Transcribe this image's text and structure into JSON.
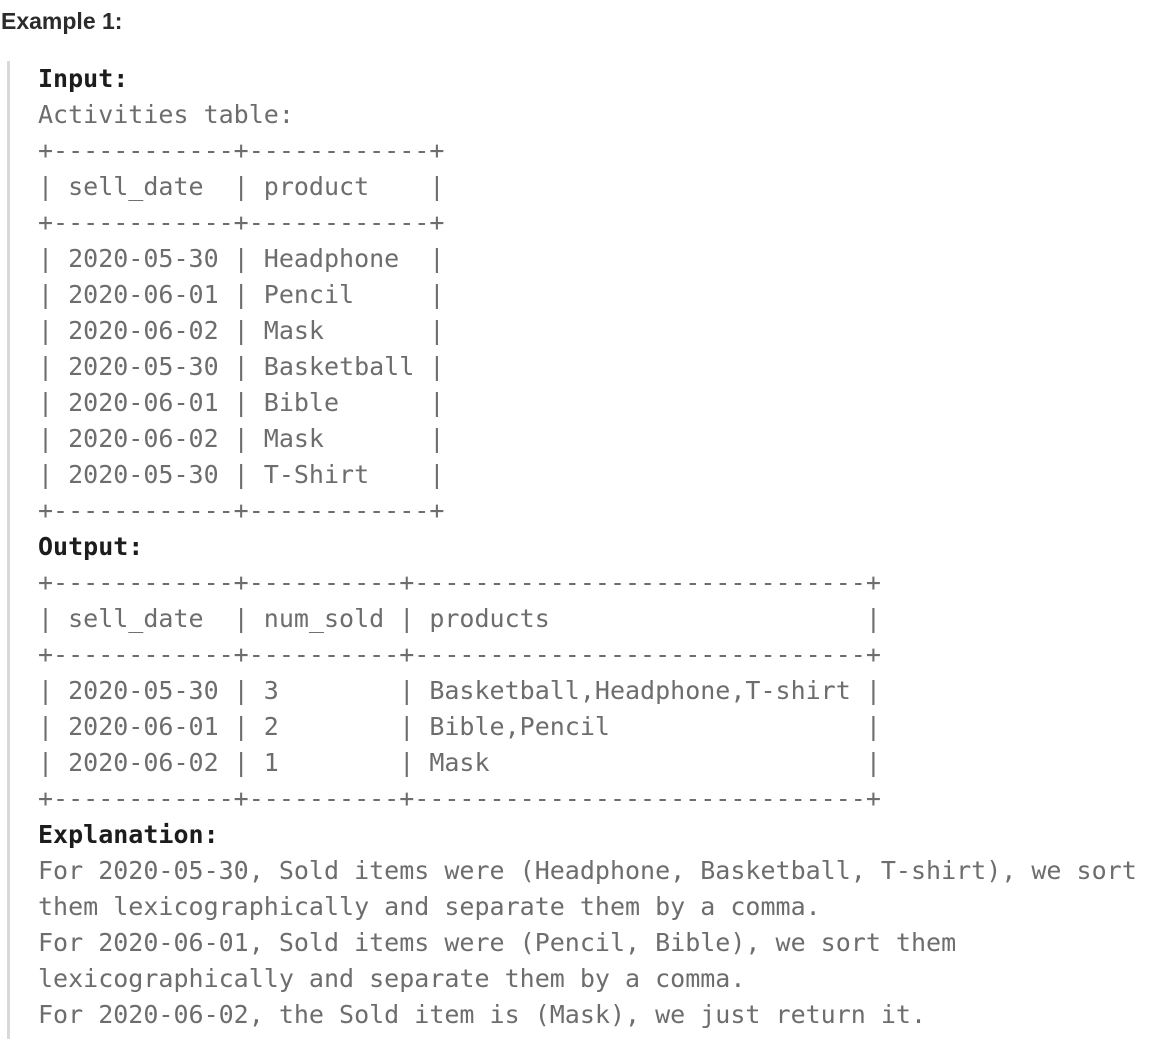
{
  "page": {
    "example_title": "Example 1:"
  },
  "example_block": {
    "input": {
      "label": "Input:",
      "intro": "Activities table:",
      "ascii_lines": [
        "+------------+------------+",
        "| sell_date  | product    |",
        "+------------+------------+",
        "| 2020-05-30 | Headphone  |",
        "| 2020-06-01 | Pencil     |",
        "| 2020-06-02 | Mask       |",
        "| 2020-05-30 | Basketball |",
        "| 2020-06-01 | Bible      |",
        "| 2020-06-02 | Mask       |",
        "| 2020-05-30 | T-Shirt    |",
        "+------------+------------+"
      ]
    },
    "output": {
      "label": "Output:",
      "ascii_lines": [
        "+------------+----------+------------------------------+",
        "| sell_date  | num_sold | products                     |",
        "+------------+----------+------------------------------+",
        "| 2020-05-30 | 3        | Basketball,Headphone,T-shirt |",
        "| 2020-06-01 | 2        | Bible,Pencil                 |",
        "| 2020-06-02 | 1        | Mask                         |",
        "+------------+----------+------------------------------+"
      ]
    },
    "explanation": {
      "label": "Explanation:",
      "lines": [
        "For 2020-05-30, Sold items were (Headphone, Basketball, T-shirt), we sort",
        "them lexicographically and separate them by a comma.",
        "For 2020-06-01, Sold items were (Pencil, Bible), we sort them",
        "lexicographically and separate them by a comma.",
        "For 2020-06-02, the Sold item is (Mask), we just return it."
      ]
    }
  },
  "tables": {
    "activities": {
      "name": "Activities",
      "columns": [
        "sell_date",
        "product"
      ],
      "rows": [
        [
          "2020-05-30",
          "Headphone"
        ],
        [
          "2020-06-01",
          "Pencil"
        ],
        [
          "2020-06-02",
          "Mask"
        ],
        [
          "2020-05-30",
          "Basketball"
        ],
        [
          "2020-06-01",
          "Bible"
        ],
        [
          "2020-06-02",
          "Mask"
        ],
        [
          "2020-05-30",
          "T-Shirt"
        ]
      ]
    },
    "result": {
      "columns": [
        "sell_date",
        "num_sold",
        "products"
      ],
      "rows": [
        [
          "2020-05-30",
          "3",
          "Basketball,Headphone,T-shirt"
        ],
        [
          "2020-06-01",
          "2",
          "Bible,Pencil"
        ],
        [
          "2020-06-02",
          "1",
          "Mask"
        ]
      ]
    }
  },
  "colors": {
    "background": "#ffffff",
    "heading_text": "#2b2b2b",
    "label_text": "#1c1c1c",
    "code_text": "#6d6d6d",
    "block_border": "#d9d9d9"
  }
}
